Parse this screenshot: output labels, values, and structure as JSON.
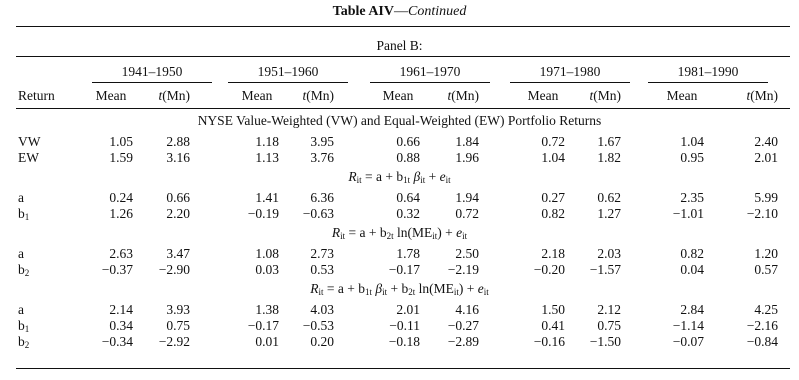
{
  "title": {
    "bold": "Table AIV",
    "dash": "—",
    "italic": "Continued"
  },
  "panel": "Panel B:",
  "periods": [
    "1941–1950",
    "1951–1960",
    "1961–1970",
    "1971–1980",
    "1981–1990"
  ],
  "headers": {
    "return": "Return",
    "mean": "Mean",
    "tmn": "t(Mn)"
  },
  "sections": [
    {
      "heading": "NYSE Value-Weighted (VW) and Equal-Weighted (EW) Portfolio Returns",
      "rows": [
        {
          "label": "VW",
          "values": [
            "1.05",
            "2.88",
            "1.18",
            "3.95",
            "0.66",
            "1.84",
            "0.72",
            "1.67",
            "1.04",
            "2.40"
          ]
        },
        {
          "label": "EW",
          "values": [
            "1.59",
            "3.16",
            "1.13",
            "3.76",
            "0.88",
            "1.96",
            "1.04",
            "1.82",
            "0.95",
            "2.01"
          ]
        }
      ]
    },
    {
      "heading": "R_it = a + b_1t β_it + e_it",
      "rows": [
        {
          "label": "a",
          "values": [
            "0.24",
            "0.66",
            "1.41",
            "6.36",
            "0.64",
            "1.94",
            "0.27",
            "0.62",
            "2.35",
            "5.99"
          ]
        },
        {
          "label": "b_1",
          "values": [
            "1.26",
            "2.20",
            "−0.19",
            "−0.63",
            "0.32",
            "0.72",
            "0.82",
            "1.27",
            "−1.01",
            "−2.10"
          ]
        }
      ]
    },
    {
      "heading": "R_it = a + b_2t ln(ME_it) + e_it",
      "rows": [
        {
          "label": "a",
          "values": [
            "2.63",
            "3.47",
            "1.08",
            "2.73",
            "1.78",
            "2.50",
            "2.18",
            "2.03",
            "0.82",
            "1.20"
          ]
        },
        {
          "label": "b_2",
          "values": [
            "−0.37",
            "−2.90",
            "0.03",
            "0.53",
            "−0.17",
            "−2.19",
            "−0.20",
            "−1.57",
            "0.04",
            "0.57"
          ]
        }
      ]
    },
    {
      "heading": "R_it = a + b_1t β_it + b_2t ln(ME_it) + e_it",
      "rows": [
        {
          "label": "a",
          "values": [
            "2.14",
            "3.93",
            "1.38",
            "4.03",
            "2.01",
            "4.16",
            "1.50",
            "2.12",
            "2.84",
            "4.25"
          ]
        },
        {
          "label": "b_1",
          "values": [
            "0.34",
            "0.75",
            "−0.17",
            "−0.53",
            "−0.11",
            "−0.27",
            "0.41",
            "0.75",
            "−1.14",
            "−2.16"
          ]
        },
        {
          "label": "b_2",
          "values": [
            "−0.34",
            "−2.92",
            "0.01",
            "0.20",
            "−0.18",
            "−2.89",
            "−0.16",
            "−1.50",
            "−0.07",
            "−0.84"
          ]
        }
      ]
    }
  ]
}
